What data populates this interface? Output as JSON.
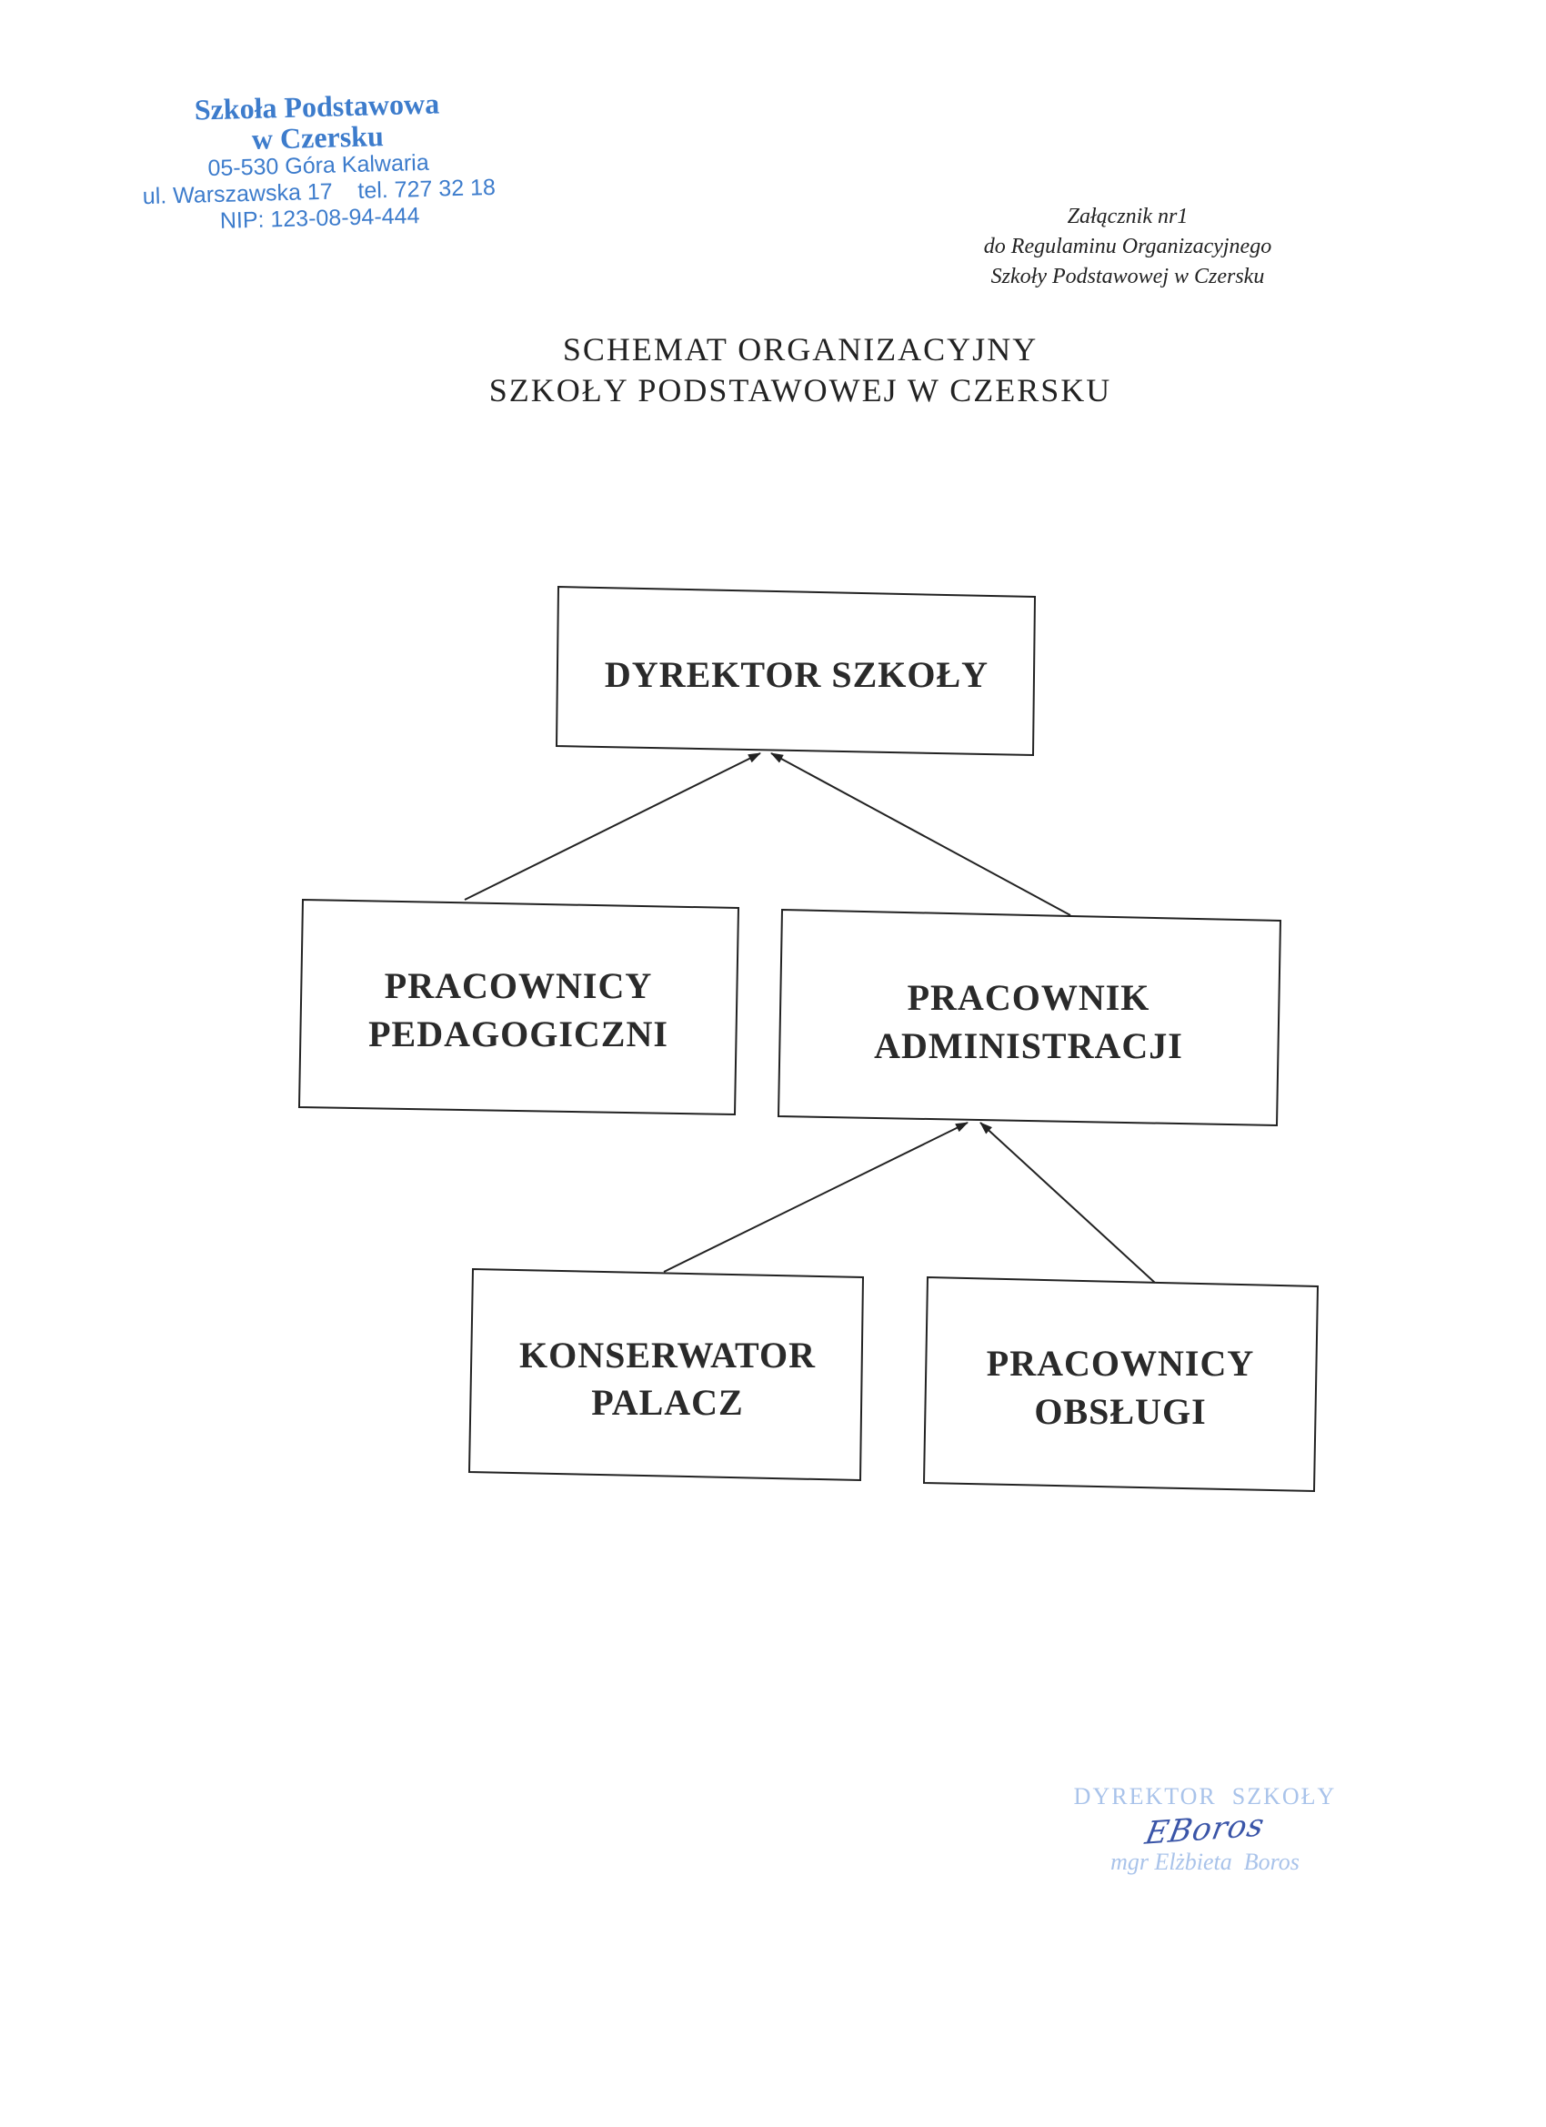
{
  "stamp": {
    "lines": [
      "Szkoła Podstawowa",
      "w Czersku",
      "05-530 Góra Kalwaria",
      "ul. Warszawska 17    tel. 727 32 18",
      "NIP: 123-08-94-444"
    ],
    "color": "#3d7ccc"
  },
  "annex": {
    "lines": [
      "Załącznik nr1",
      "do Regulaminu Organizacyjnego",
      "Szkoły Podstawowej  w Czersku"
    ]
  },
  "title": {
    "line1": "SCHEMAT ORGANIZACYJNY",
    "line2": "SZKOŁY PODSTAWOWEJ W CZERSKU"
  },
  "chart": {
    "nodes": {
      "director": [
        "DYREKTOR SZKOŁY"
      ],
      "teachers": [
        "PRACOWNICY",
        "PEDAGOGICZNI"
      ],
      "admin": [
        "PRACOWNIK",
        "ADMINISTRACJI"
      ],
      "janitor": [
        "KONSERWATOR",
        "PALACZ"
      ],
      "service": [
        "PRACOWNICY",
        "OBSŁUGI"
      ]
    }
  },
  "signature": {
    "stamp_title": "DYREKTOR  SZKOŁY",
    "handwriting": "EBoros",
    "name": "mgr Elżbieta  Boros",
    "color": "#a9c3ea"
  }
}
